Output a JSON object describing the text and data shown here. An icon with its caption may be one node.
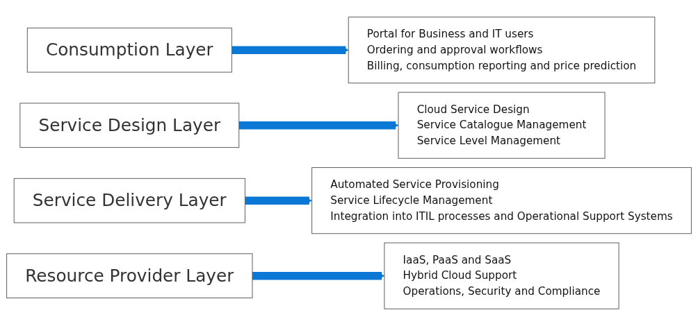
{
  "diagram": {
    "nodes": [
      {
        "text": [
          "Consumption Layer"
        ]
      },
      {
        "text": [
          "Portal for Business and IT users",
          "Ordering and approval workflows",
          "Billing, consumption reporting and price prediction"
        ]
      },
      {
        "text": [
          "Service Design Layer"
        ]
      },
      {
        "text": [
          "Cloud Service Design",
          "Service Catalogue Management",
          "Service Level Management"
        ]
      },
      {
        "text": [
          "Service Delivery Layer"
        ]
      },
      {
        "text": [
          "Automated Service Provisioning",
          "Service Lifecycle Management",
          "Integration into ITIL processes and Operational Support Systems"
        ]
      },
      {
        "text": [
          "Resource Provider Layer"
        ]
      },
      {
        "text": [
          "IaaS, PaaS and SaaS",
          "Hybrid Cloud Support",
          "Operations, Security and Compliance"
        ]
      }
    ],
    "edges": [
      {
        "from": 0,
        "to": 1,
        "arrow": "to"
      },
      {
        "from": 2,
        "to": 3,
        "arrow": "to"
      },
      {
        "from": 4,
        "to": 5,
        "arrow": "to"
      },
      {
        "from": 6,
        "to": 7,
        "arrow": "to"
      }
    ]
  }
}
